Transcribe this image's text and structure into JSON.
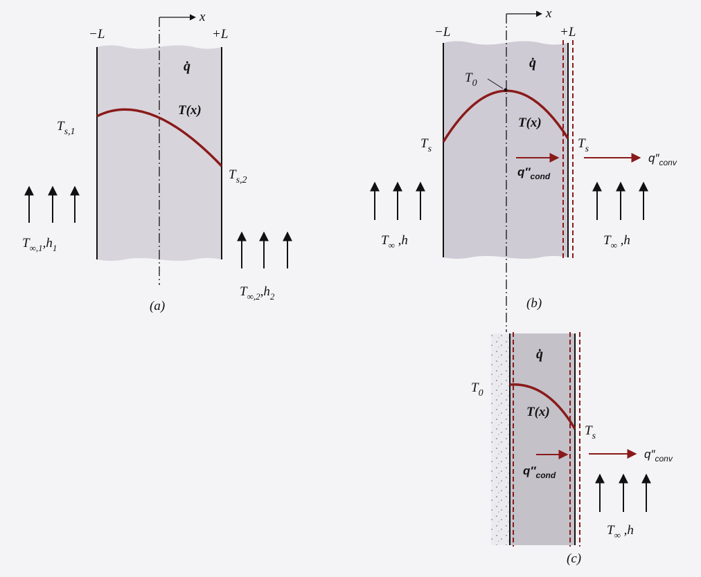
{
  "panel_a": {
    "caption": "(a)",
    "x_axis": "x",
    "left_bound": "−L",
    "right_bound": "+L",
    "qdot": "q̇",
    "temp_profile": "T(x)",
    "ts1": {
      "main": "T",
      "sub": "s,1"
    },
    "ts2": {
      "main": "T",
      "sub": "s,2"
    },
    "left_fluid": {
      "t": "T",
      "t_sub": "∞,1",
      "h": "h",
      "h_sub": "1"
    },
    "right_fluid": {
      "t": "T",
      "t_sub": "∞,2",
      "h": "h",
      "h_sub": "2"
    }
  },
  "panel_b": {
    "caption": "(b)",
    "x_axis": "x",
    "left_bound": "−L",
    "right_bound": "+L",
    "qdot": "q̇",
    "t0": {
      "main": "T",
      "sub": "0"
    },
    "temp_profile": "T(x)",
    "ts_left": {
      "main": "T",
      "sub": "s"
    },
    "ts_right": {
      "main": "T",
      "sub": "s"
    },
    "q_cond": {
      "main": "q″",
      "sub": "cond"
    },
    "q_conv": {
      "main": "q″",
      "sub": "conv"
    },
    "left_fluid": {
      "t": "T",
      "t_sub": "∞",
      "h": "h"
    },
    "right_fluid": {
      "t": "T",
      "t_sub": "∞",
      "h": "h"
    }
  },
  "panel_c": {
    "caption": "(c)",
    "qdot": "q̇",
    "t0": {
      "main": "T",
      "sub": "0"
    },
    "temp_profile": "T(x)",
    "ts": {
      "main": "T",
      "sub": "s"
    },
    "q_cond": {
      "main": "q″",
      "sub": "cond"
    },
    "q_conv": {
      "main": "q″",
      "sub": "conv"
    },
    "fluid": {
      "t": "T",
      "t_sub": "∞",
      "h": "h"
    }
  },
  "colors": {
    "slab": "#c9c6cf",
    "curve": "#8a1a1a",
    "dashed": "#8a1a1a",
    "ink": "#111111",
    "insulation": "#e6e6ea"
  }
}
